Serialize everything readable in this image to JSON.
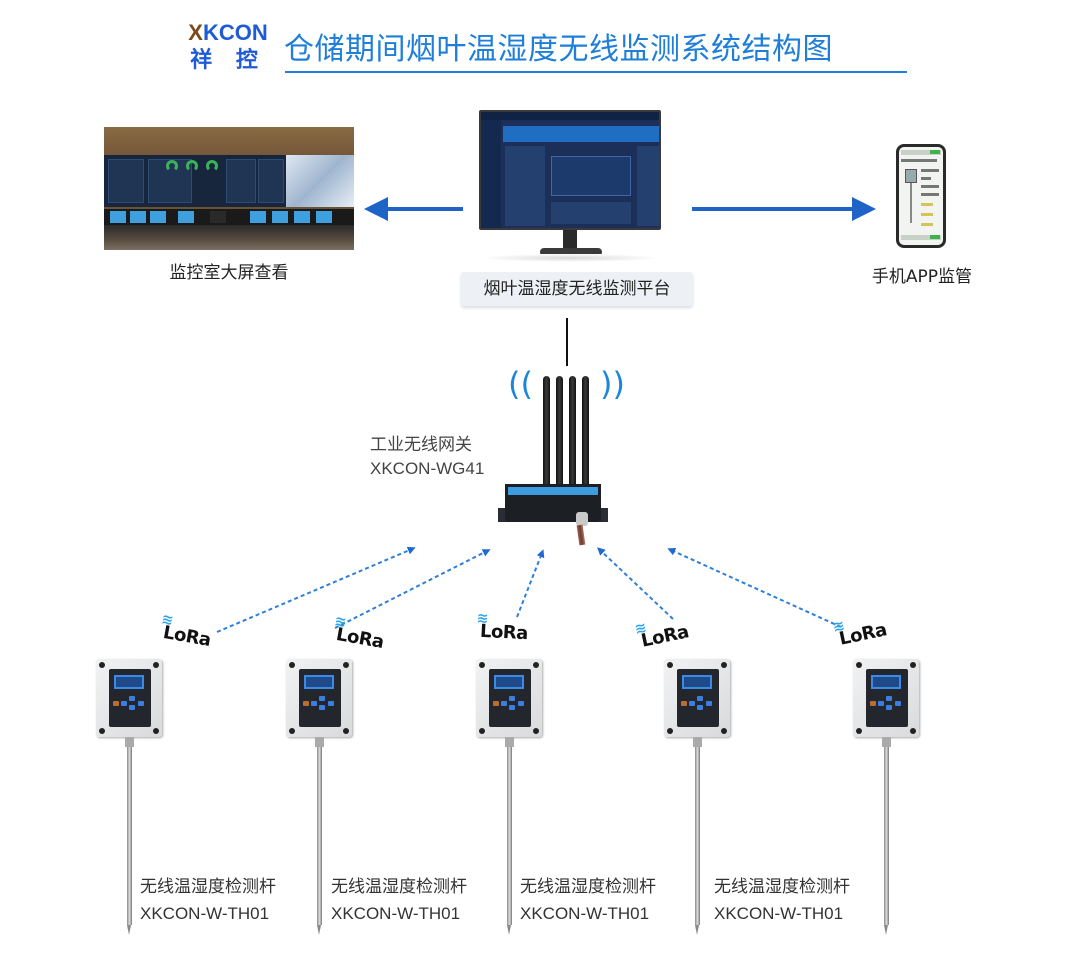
{
  "logo": {
    "brand_en": "XKCON",
    "brand_cn": "祥 控"
  },
  "title": "仓储期间烟叶温湿度无线监测系统结构图",
  "nodes": {
    "control_room": {
      "caption": "监控室大屏查看",
      "icon": "video-wall-photo"
    },
    "platform": {
      "caption": "烟叶温湿度无线监测平台",
      "icon": "desktop-monitor"
    },
    "mobile": {
      "caption": "手机APP监管",
      "icon": "smartphone"
    },
    "gateway": {
      "label": "工业无线网关",
      "model": "XKCON-WG41",
      "icon": "wireless-gateway",
      "signal_icon": "wifi-waves-icon"
    },
    "sensors": [
      {
        "label": "无线温湿度检测杆",
        "model": "XKCON-W-TH01",
        "protocol": "LoRa"
      },
      {
        "label": "无线温湿度检测杆",
        "model": "XKCON-W-TH01",
        "protocol": "LoRa"
      },
      {
        "label": "无线温湿度检测杆",
        "model": "XKCON-W-TH01",
        "protocol": "LoRa"
      },
      {
        "label": "无线温湿度检测杆",
        "model": "XKCON-W-TH01",
        "protocol": "LoRa"
      },
      {
        "label": "",
        "model": "",
        "protocol": "LoRa"
      }
    ]
  },
  "connections": [
    {
      "from": "platform",
      "to": "control_room",
      "style": "solid-arrow"
    },
    {
      "from": "platform",
      "to": "mobile",
      "style": "solid-arrow"
    },
    {
      "from": "gateway",
      "to": "platform",
      "style": "solid-line"
    },
    {
      "from": "sensor-1",
      "to": "gateway",
      "style": "dashed-arrow"
    },
    {
      "from": "sensor-2",
      "to": "gateway",
      "style": "dashed-arrow"
    },
    {
      "from": "sensor-3",
      "to": "gateway",
      "style": "dashed-arrow"
    },
    {
      "from": "sensor-4",
      "to": "gateway",
      "style": "dashed-arrow"
    },
    {
      "from": "sensor-5",
      "to": "gateway",
      "style": "dashed-arrow"
    }
  ],
  "colors": {
    "title": "#1f7fd8",
    "brand": "#1f5bd6",
    "arrow": "#1f63c6",
    "dashed": "#2d7fdc",
    "lora_signal": "#2ba5e8"
  }
}
